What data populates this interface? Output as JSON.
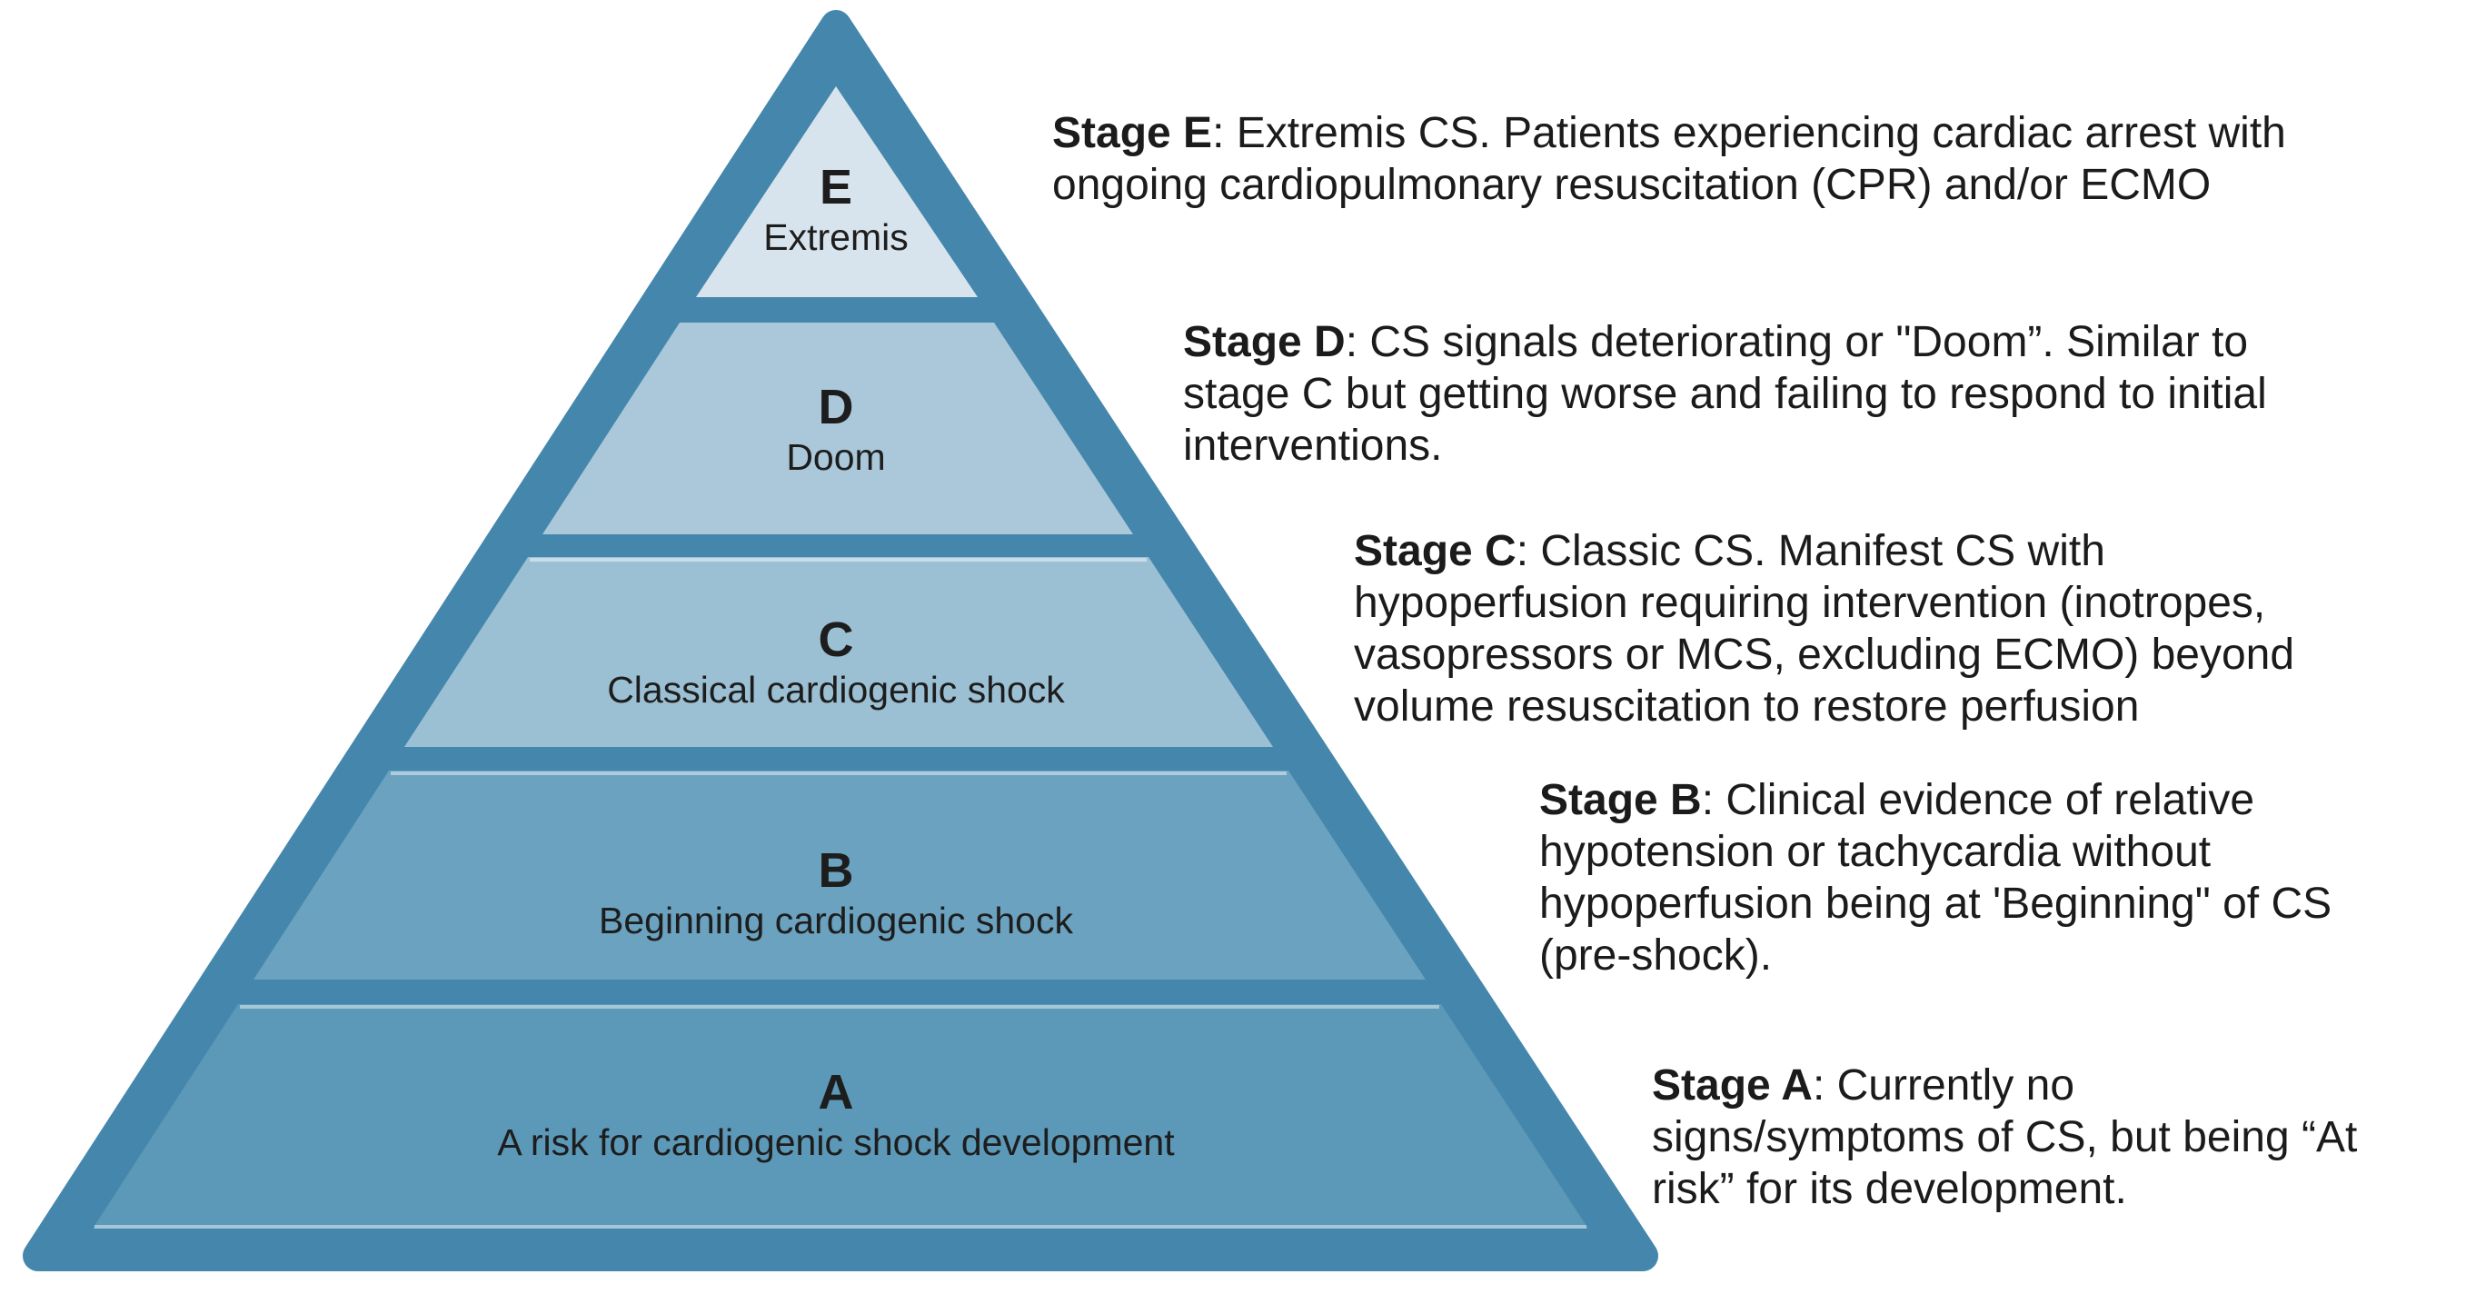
{
  "pyramid": {
    "border_color": "#4587ac",
    "text_color": "#1d1d1d",
    "highlight_color": "rgba(255,255,255,0.45)",
    "stages": [
      {
        "letter": "E",
        "label": "Extremis",
        "fill": "#d8e4ed"
      },
      {
        "letter": "D",
        "label": "Doom",
        "fill": "#aac8d9"
      },
      {
        "letter": "C",
        "label": "Classical cardiogenic shock",
        "fill": "#9cc0d3"
      },
      {
        "letter": "B",
        "label": "Beginning cardiogenic shock",
        "fill": "#6aa2bf"
      },
      {
        "letter": "A",
        "label": "A risk for cardiogenic shock development",
        "fill": "#5c98b7"
      }
    ]
  },
  "descriptions": [
    {
      "title": "Stage E",
      "body": ": Extremis CS. Patients experiencing cardiac arrest with\nongoing cardiopulmonary resuscitation (CPR) and/or ECMO"
    },
    {
      "title": "Stage D",
      "body": ": CS signals deteriorating or \"Doom”. Similar to\nstage C but getting worse and failing to respond to initial\ninterventions."
    },
    {
      "title": "Stage C",
      "body": ": Classic CS. Manifest CS with\nhypoperfusion requiring intervention (inotropes,\nvasopressors or MCS, excluding ECMO) beyond\nvolume resuscitation to restore perfusion"
    },
    {
      "title": "Stage B",
      "body": ": Clinical evidence of relative\nhypotension or tachycardia without\nhypoperfusion being at 'Beginning\" of CS\n(pre-shock)."
    },
    {
      "title": "Stage A",
      "body": ": Currently no\nsigns/symptoms of CS, but being “At\nrisk” for its development."
    }
  ]
}
